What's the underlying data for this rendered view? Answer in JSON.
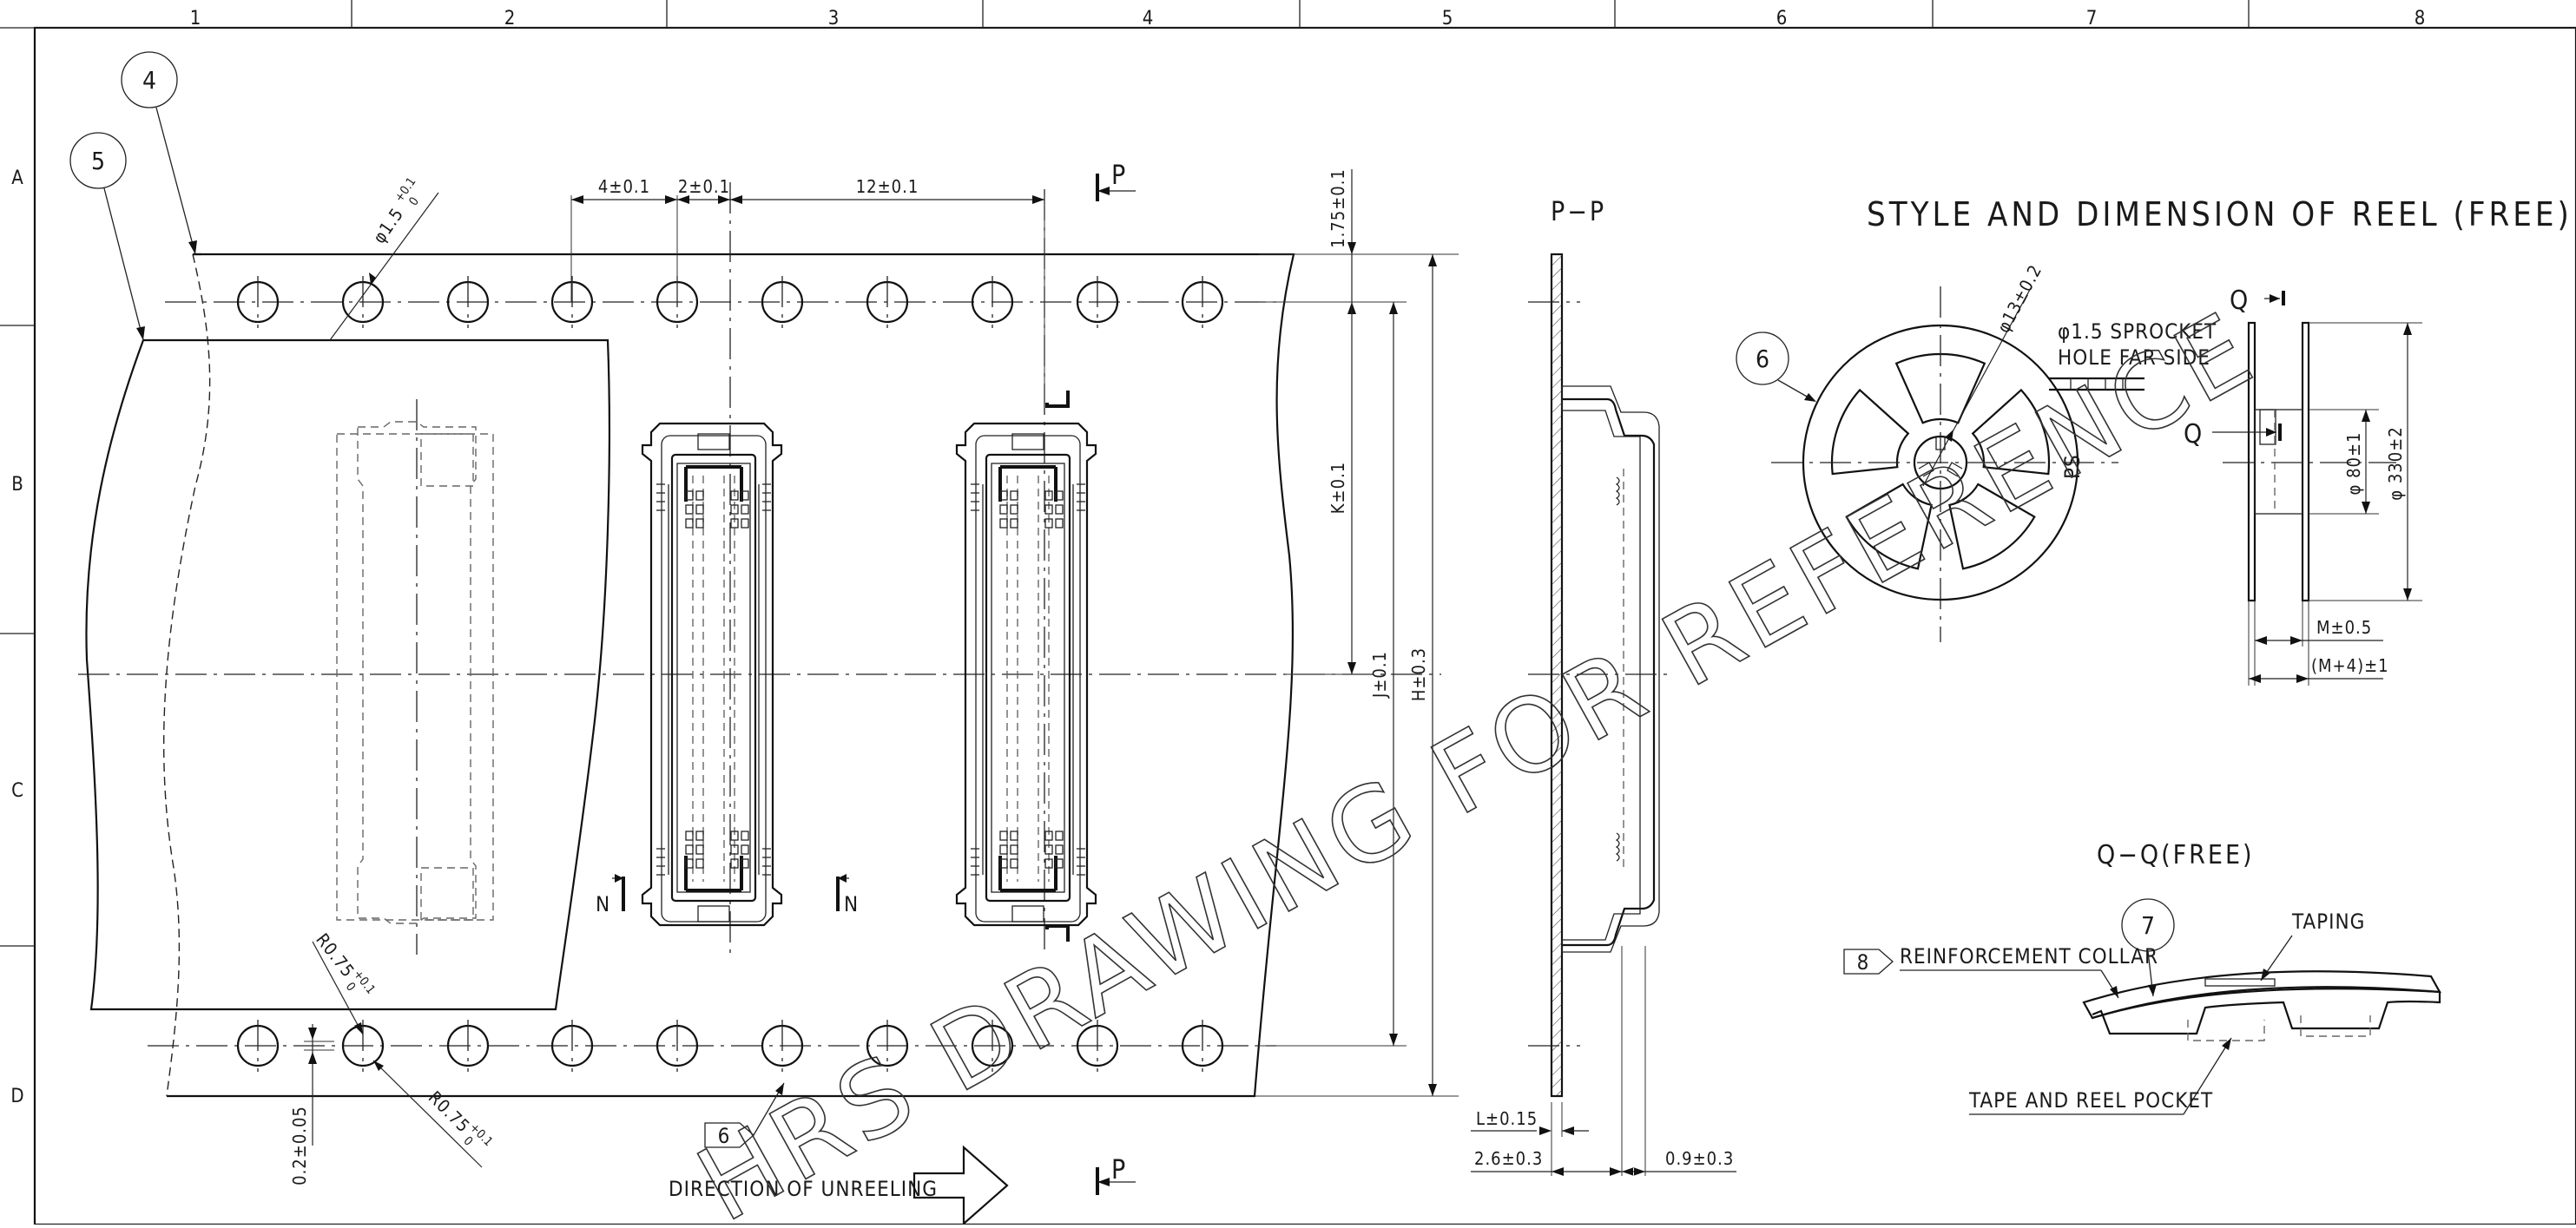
{
  "border": {
    "columns": [
      "1",
      "2",
      "3",
      "4",
      "5",
      "6",
      "7",
      "8"
    ],
    "rows": [
      "A",
      "B",
      "C",
      "D"
    ]
  },
  "balloons": {
    "b4": "4",
    "b5": "5",
    "b6": "6",
    "b7": "7",
    "flag6": "6",
    "flag8": "8"
  },
  "tape_dims": {
    "pitch_4": "4±0.1",
    "pitch_2": "2±0.1",
    "pitch_12": "12±0.1",
    "hole_dia": "φ1.5",
    "hole_tol": "+0.1",
    "hole_tol0": "0",
    "edge_1_75": "1.75±0.1",
    "k": "K±0.1",
    "j": "J±0.1",
    "h": "H±0.3",
    "r075_a": "R0.75",
    "r075_a_tol": "+0.1",
    "r075_a_tol0": "0",
    "r075_b": "R0.75",
    "r075_b_tol": "+0.1",
    "r075_b_tol0": "0",
    "thk_02": "0.2±0.05",
    "section_mark_n": "N",
    "section_mark_p": "P"
  },
  "direction_label": "DIRECTION OF UNREELING",
  "section_pp": {
    "title": "P−P",
    "l": "L±0.15",
    "d26": "2.6±0.3",
    "d09": "0.9±0.3"
  },
  "reel": {
    "title": "STYLE AND DIMENSION OF REEL (FREE)",
    "hub_dia": "φ13±0.2",
    "sprocket_line1": "φ1.5 SPROCKET",
    "sprocket_line2": "HOLE FAR SIDE",
    "ps": "PS",
    "q": "Q",
    "d80": "φ 80±1",
    "d330": "φ 330±2",
    "m": "M±0.5",
    "m4": "(M+4)±1"
  },
  "qq": {
    "title": "Q−Q(FREE)",
    "collar": "REINFORCEMENT COLLAR",
    "taping": "TAPING",
    "pocket": "TAPE AND REEL POCKET"
  },
  "watermark": "HRS DRAWING FOR REFERENCE"
}
